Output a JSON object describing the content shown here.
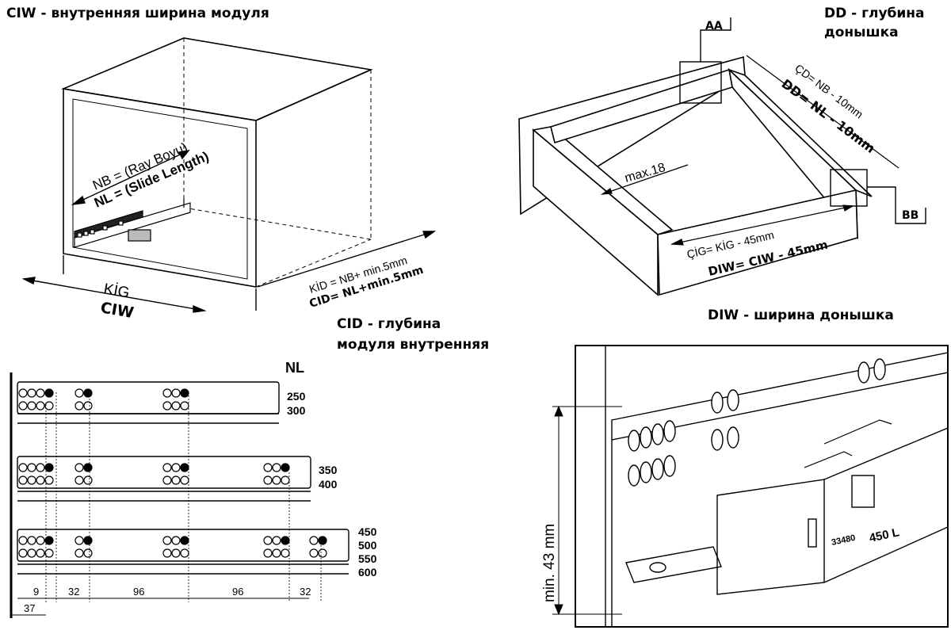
{
  "headings": {
    "ciw": "CIW - внутренняя ширина модуля",
    "dd_line1": "DD - глубина",
    "dd_line2": "донышка",
    "cid_line1": "CID - глубина",
    "cid_line2": "модуля внутренняя",
    "diw": "DIW - ширина донышка"
  },
  "cabinet": {
    "nb_label": "NB = (Ray Boyu)",
    "nl_label": "NL = (Slide Length)",
    "kig_label": "KİG",
    "ciw_label": "CIW",
    "kid_label": "KİD = NB+ min.5mm",
    "cid_label": "CID= NL+min.5mm"
  },
  "drawer": {
    "aa_label": "AA",
    "bb_label": "BB",
    "cd_label": "ÇD= NB - 10mm",
    "dd_label": "DD= NL - 10mm",
    "max_label": "max.18",
    "cig_label": "ÇİG= KİG - 45mm",
    "diw_label": "DIW= CIW - 45mm"
  },
  "rails": {
    "nl_header": "NL",
    "group1": [
      "250",
      "300"
    ],
    "group2": [
      "350",
      "400"
    ],
    "group3": [
      "450",
      "500",
      "550",
      "600"
    ],
    "dims": [
      "9",
      "32",
      "96",
      "96",
      "32"
    ],
    "offset": "37"
  },
  "detail": {
    "min_label": "min. 43 mm",
    "code_label": "33480",
    "length_label": "450 L"
  }
}
